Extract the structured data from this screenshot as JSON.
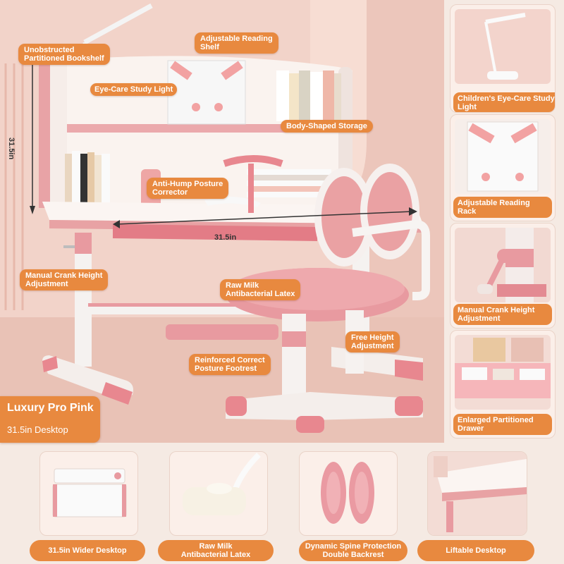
{
  "badge": {
    "line1": "Luxury Pro Pink",
    "line2": "31.5in Desktop"
  },
  "main_callouts": {
    "bookshelf": "Unobstructed\nPartitioned Bookshelf",
    "reading_shelf": "Adjustable Reading\nShelf",
    "study_light": "Eye-Care Study Light",
    "body_storage": "Body-Shaped Storage",
    "posture_corrector": "Anti-Hump Posture\nCorrector",
    "crank": "Manual Crank Height\nAdjustment",
    "latex": "Raw Milk\nAntibacterial Latex",
    "height": "Free Height\nAdjustment",
    "footrest": "Reinforced Correct\nPosture Footrest"
  },
  "dimensions": {
    "width": "31.5in",
    "height": "31.5in"
  },
  "side_features": [
    {
      "label": "Children's Eye-Care Study Light",
      "icon": "desk-lamp-icon"
    },
    {
      "label": "Adjustable Reading\nRack",
      "icon": "reading-rack-icon"
    },
    {
      "label": "Manual Crank Height\nAdjustment",
      "icon": "crank-handle-icon"
    },
    {
      "label": "Enlarged Partitioned\nDrawer",
      "icon": "drawer-icon"
    }
  ],
  "bottom_features": [
    {
      "label": "31.5in Wider Desktop",
      "icon": "desktop-board-icon"
    },
    {
      "label": "Raw Milk\nAntibacterial Latex",
      "icon": "latex-cushion-icon"
    },
    {
      "label": "Dynamic Spine Protection\nDouble Backrest",
      "icon": "double-backrest-icon"
    },
    {
      "label": "Liftable Desktop",
      "icon": "tilt-desktop-icon"
    }
  ],
  "colors": {
    "accent": "#e8893f",
    "pink": "#e89aa0",
    "background": "#f5eae3"
  }
}
